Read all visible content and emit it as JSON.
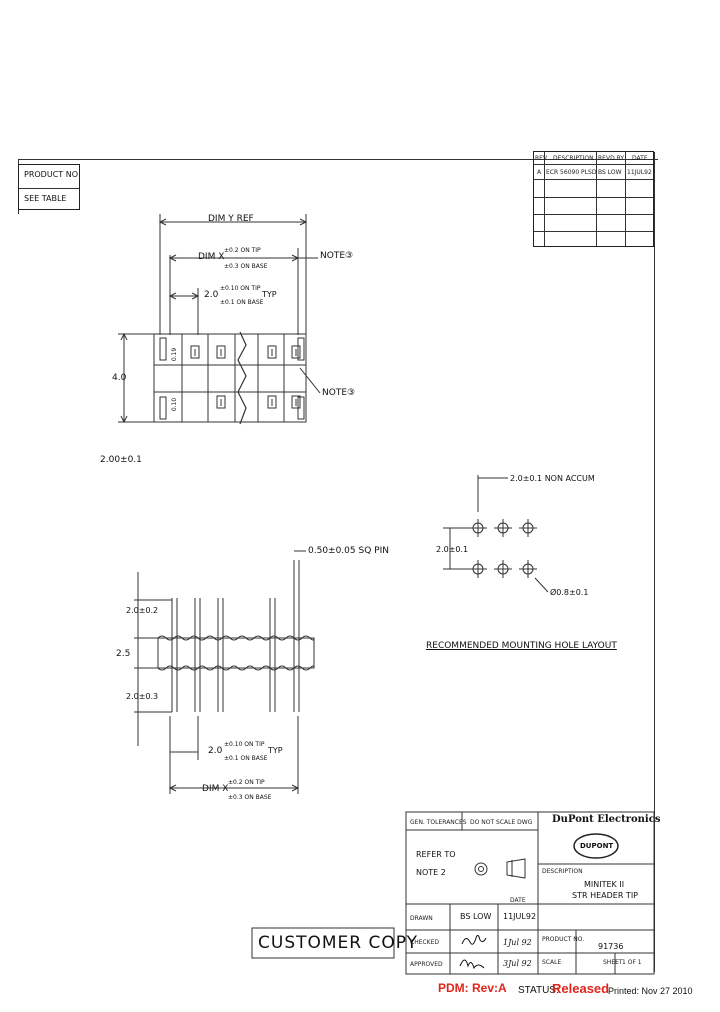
{
  "drawing": {
    "product_box": {
      "line1": "PRODUCT NO",
      "line2": "SEE TABLE"
    },
    "revision_table": {
      "headers": [
        "REV",
        "DESCRIPTION",
        "REVD BY",
        "DATE"
      ],
      "row": [
        "A",
        "ECR 56090 PLSD",
        "BS LOW",
        "11JUL92"
      ]
    },
    "dims": {
      "dim_y_ref": "DIM Y REF",
      "dim_x_prefix": "DIM X",
      "dim_x_tip": "±0.2 ON TIP",
      "dim_x_base": "±0.3 ON BASE",
      "note3": "NOTE③",
      "pitch_prefix": "2.0",
      "pitch_tip": "±0.10 ON TIP",
      "pitch_base": "±0.1 ON BASE",
      "typ": "TYP",
      "height": "4.0",
      "width_label": "2.00±0.1",
      "label_a": "0.19",
      "label_b": "0.10",
      "side_2_0a": "2.0±0.2",
      "side_2_5": "2.5",
      "side_2_0b": "2.0±0.3",
      "square_pin": "0.50±0.05 SQ PIN",
      "bottom_pitch_tip": "±0.10 ON TIP",
      "bottom_pitch_base": "±0.1 ON BASE",
      "bottom_dim_tip": "±0.2 ON TIP",
      "bottom_dim_base": "±0.3 ON BASE"
    },
    "hole_layout": {
      "pitch_label": "2.0±0.1 NON ACCUM",
      "row_pitch": "2.0±0.1",
      "hole_dia": "Ø0.8±0.1",
      "caption": "RECOMMENDED MOUNTING HOLE LAYOUT"
    },
    "title_block": {
      "gen_tolerances": "GEN. TOLERANCES",
      "do_not_scale": "DO NOT SCALE DWG",
      "refer_to": "REFER TO",
      "note2": "NOTE 2",
      "company": "DuPont Electronics",
      "logo": "DUPONT",
      "description_label": "DESCRIPTION",
      "description_line1": "MINITEK II",
      "description_line2": "STR HEADER TIP",
      "drawn_label": "DRAWN",
      "drawn_by": "BS LOW",
      "drawn_date": "11JUL92",
      "date_label": "DATE",
      "checked_label": "CHECKED",
      "checked_date": "1Jul 92",
      "approved_label": "APPROVED",
      "approved_date": "3Jul 92",
      "product_no_label": "PRODUCT NO.",
      "product_no": "91736",
      "scale_label": "SCALE",
      "sheet_label": "SHEET",
      "sheet_value": "1 OF 1"
    },
    "customer_copy": "CUSTOMER COPY"
  },
  "status": {
    "pdm": "PDM: Rev:A",
    "status_label": "STATUS:",
    "status_value": "Released",
    "printed": "Printed: Nov 27 2010"
  },
  "colors": {
    "status_red": "#e0251b",
    "ink": "#111111"
  }
}
